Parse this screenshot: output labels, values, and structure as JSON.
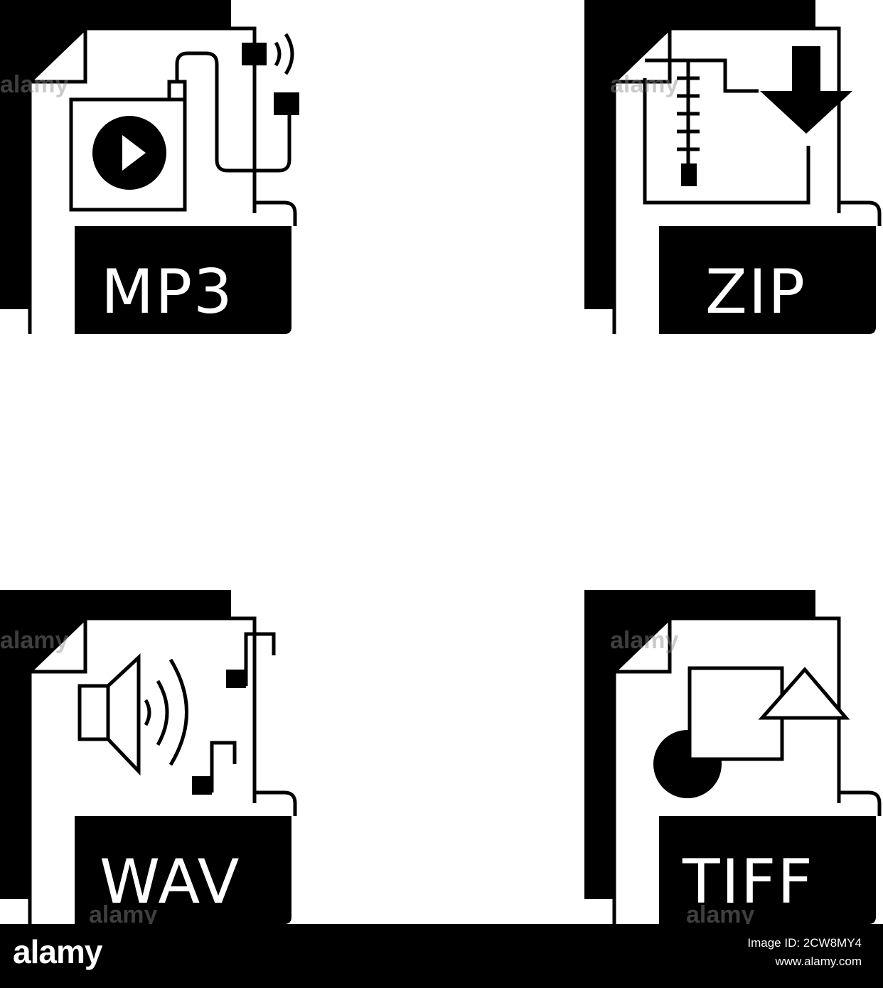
{
  "icons": [
    {
      "name": "mp3",
      "label": "MP3"
    },
    {
      "name": "zip",
      "label": "ZIP"
    },
    {
      "name": "wav",
      "label": "WAV"
    },
    {
      "name": "tiff",
      "label": "TIFF"
    }
  ],
  "watermark": {
    "text": "alamy"
  },
  "footer": {
    "logo": "alamy",
    "image_id_line": "Image ID: 2CW8MY4",
    "url": "www.alamy.com"
  },
  "colors": {
    "ink": "#000000",
    "paper": "#ffffff",
    "watermark": "#8c8c8c"
  }
}
